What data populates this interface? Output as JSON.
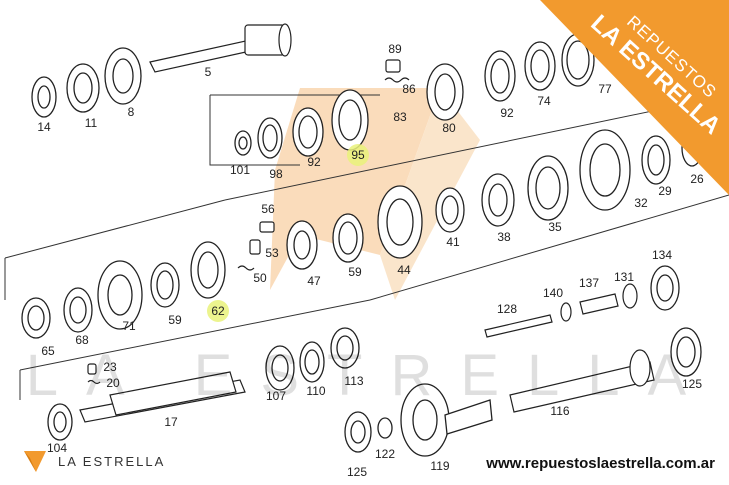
{
  "brand": {
    "name": "LA ESTRELLA",
    "banner_line1": "REPUESTOS",
    "banner_line2": "LA ESTRELLA",
    "watermark": "LA ESTRELLA",
    "website": "www.repuestoslaestrella.com.ar",
    "accent_color": "#f29a2e"
  },
  "diagram": {
    "part_labels": [
      "5",
      "14",
      "11",
      "8",
      "89",
      "86",
      "83",
      "80",
      "92",
      "74",
      "77",
      "101",
      "98",
      "92",
      "95",
      "26",
      "29",
      "32",
      "35",
      "38",
      "41",
      "44",
      "59",
      "47",
      "53",
      "56",
      "50",
      "62",
      "59",
      "71",
      "68",
      "65",
      "128",
      "140",
      "137",
      "131",
      "134",
      "23",
      "20",
      "17",
      "104",
      "107",
      "110",
      "113",
      "125",
      "122",
      "119",
      "116",
      "125"
    ],
    "highlighted_labels": [
      "95",
      "62"
    ]
  }
}
